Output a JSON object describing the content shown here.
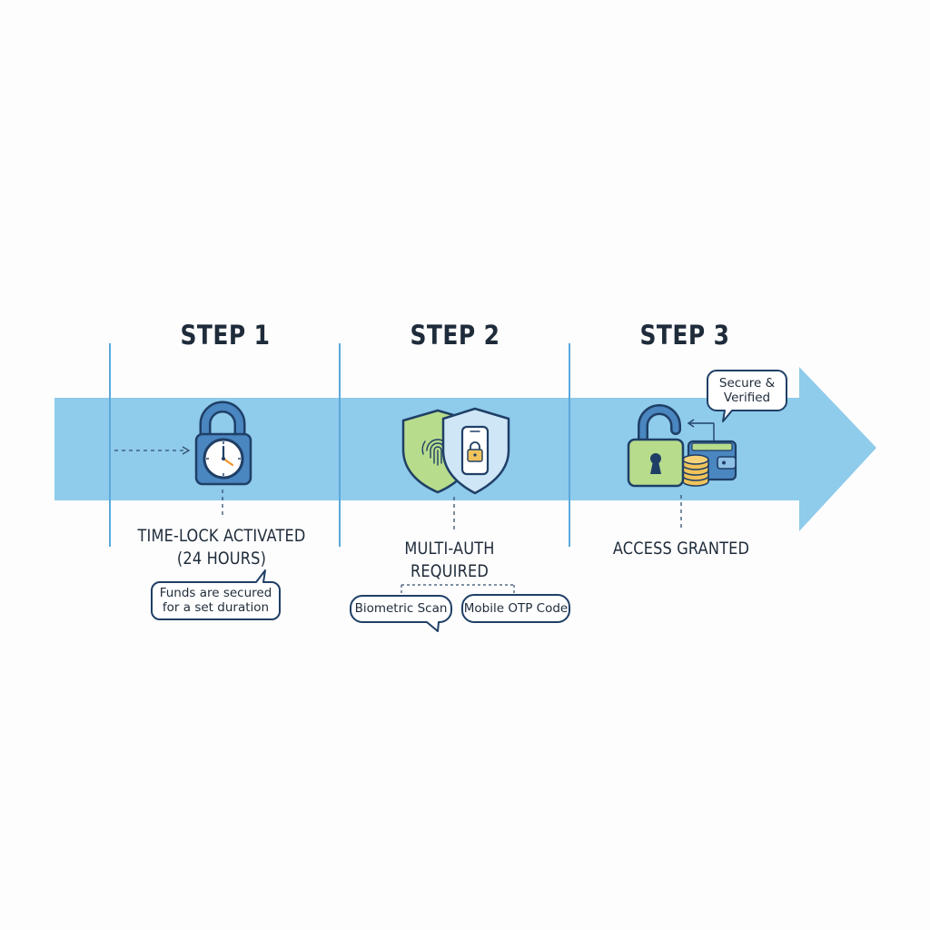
{
  "colors": {
    "band": "#8fcbeb",
    "divider": "#5aa9dc",
    "ink": "#1e2b3a",
    "lock_blue": "#4a86c0",
    "lock_blue_dark": "#1f3f66",
    "green": "#b7dc8c",
    "gold": "#f0c35a",
    "accent_orange": "#f0962d"
  },
  "steps": [
    {
      "heading": "STEP 1",
      "caption_lines": [
        "TIME-LOCK ACTIVATED",
        "(24 HOURS)"
      ],
      "icon": "clock-padlock-icon",
      "callouts": [
        {
          "lines": [
            "Funds are secured",
            "for a set duration"
          ]
        }
      ]
    },
    {
      "heading": "STEP 2",
      "caption_lines": [
        "MULTI-AUTH",
        "REQUIRED"
      ],
      "icon": "fingerprint-phone-shield-icon",
      "callouts": [
        {
          "lines": [
            "Biometric Scan"
          ]
        },
        {
          "lines": [
            "Mobile OTP Code"
          ]
        }
      ]
    },
    {
      "heading": "STEP 3",
      "caption_lines": [
        "ACCESS GRANTED"
      ],
      "icon": "unlocked-padlock-wallet-icon",
      "callouts": [
        {
          "lines": [
            "Secure &",
            "Verified"
          ]
        }
      ]
    }
  ]
}
